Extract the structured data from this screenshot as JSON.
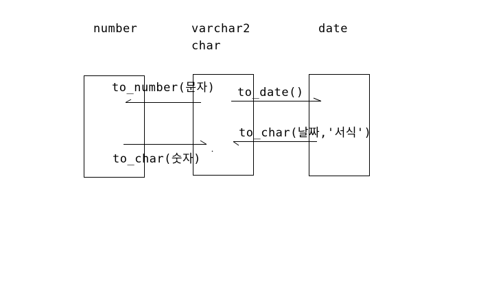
{
  "diagram": {
    "type_labels": {
      "number": "number",
      "varchar2": "varchar2",
      "char": "char",
      "date": "date"
    },
    "functions": {
      "to_number": "to_number(문자)",
      "to_date": "to_date()",
      "to_char_date": "to_char(날짜,'서식')",
      "to_char_number": "to_char(숫자)"
    },
    "colors": {
      "stroke": "#000000",
      "text": "#000000",
      "background": "#ffffff"
    }
  }
}
